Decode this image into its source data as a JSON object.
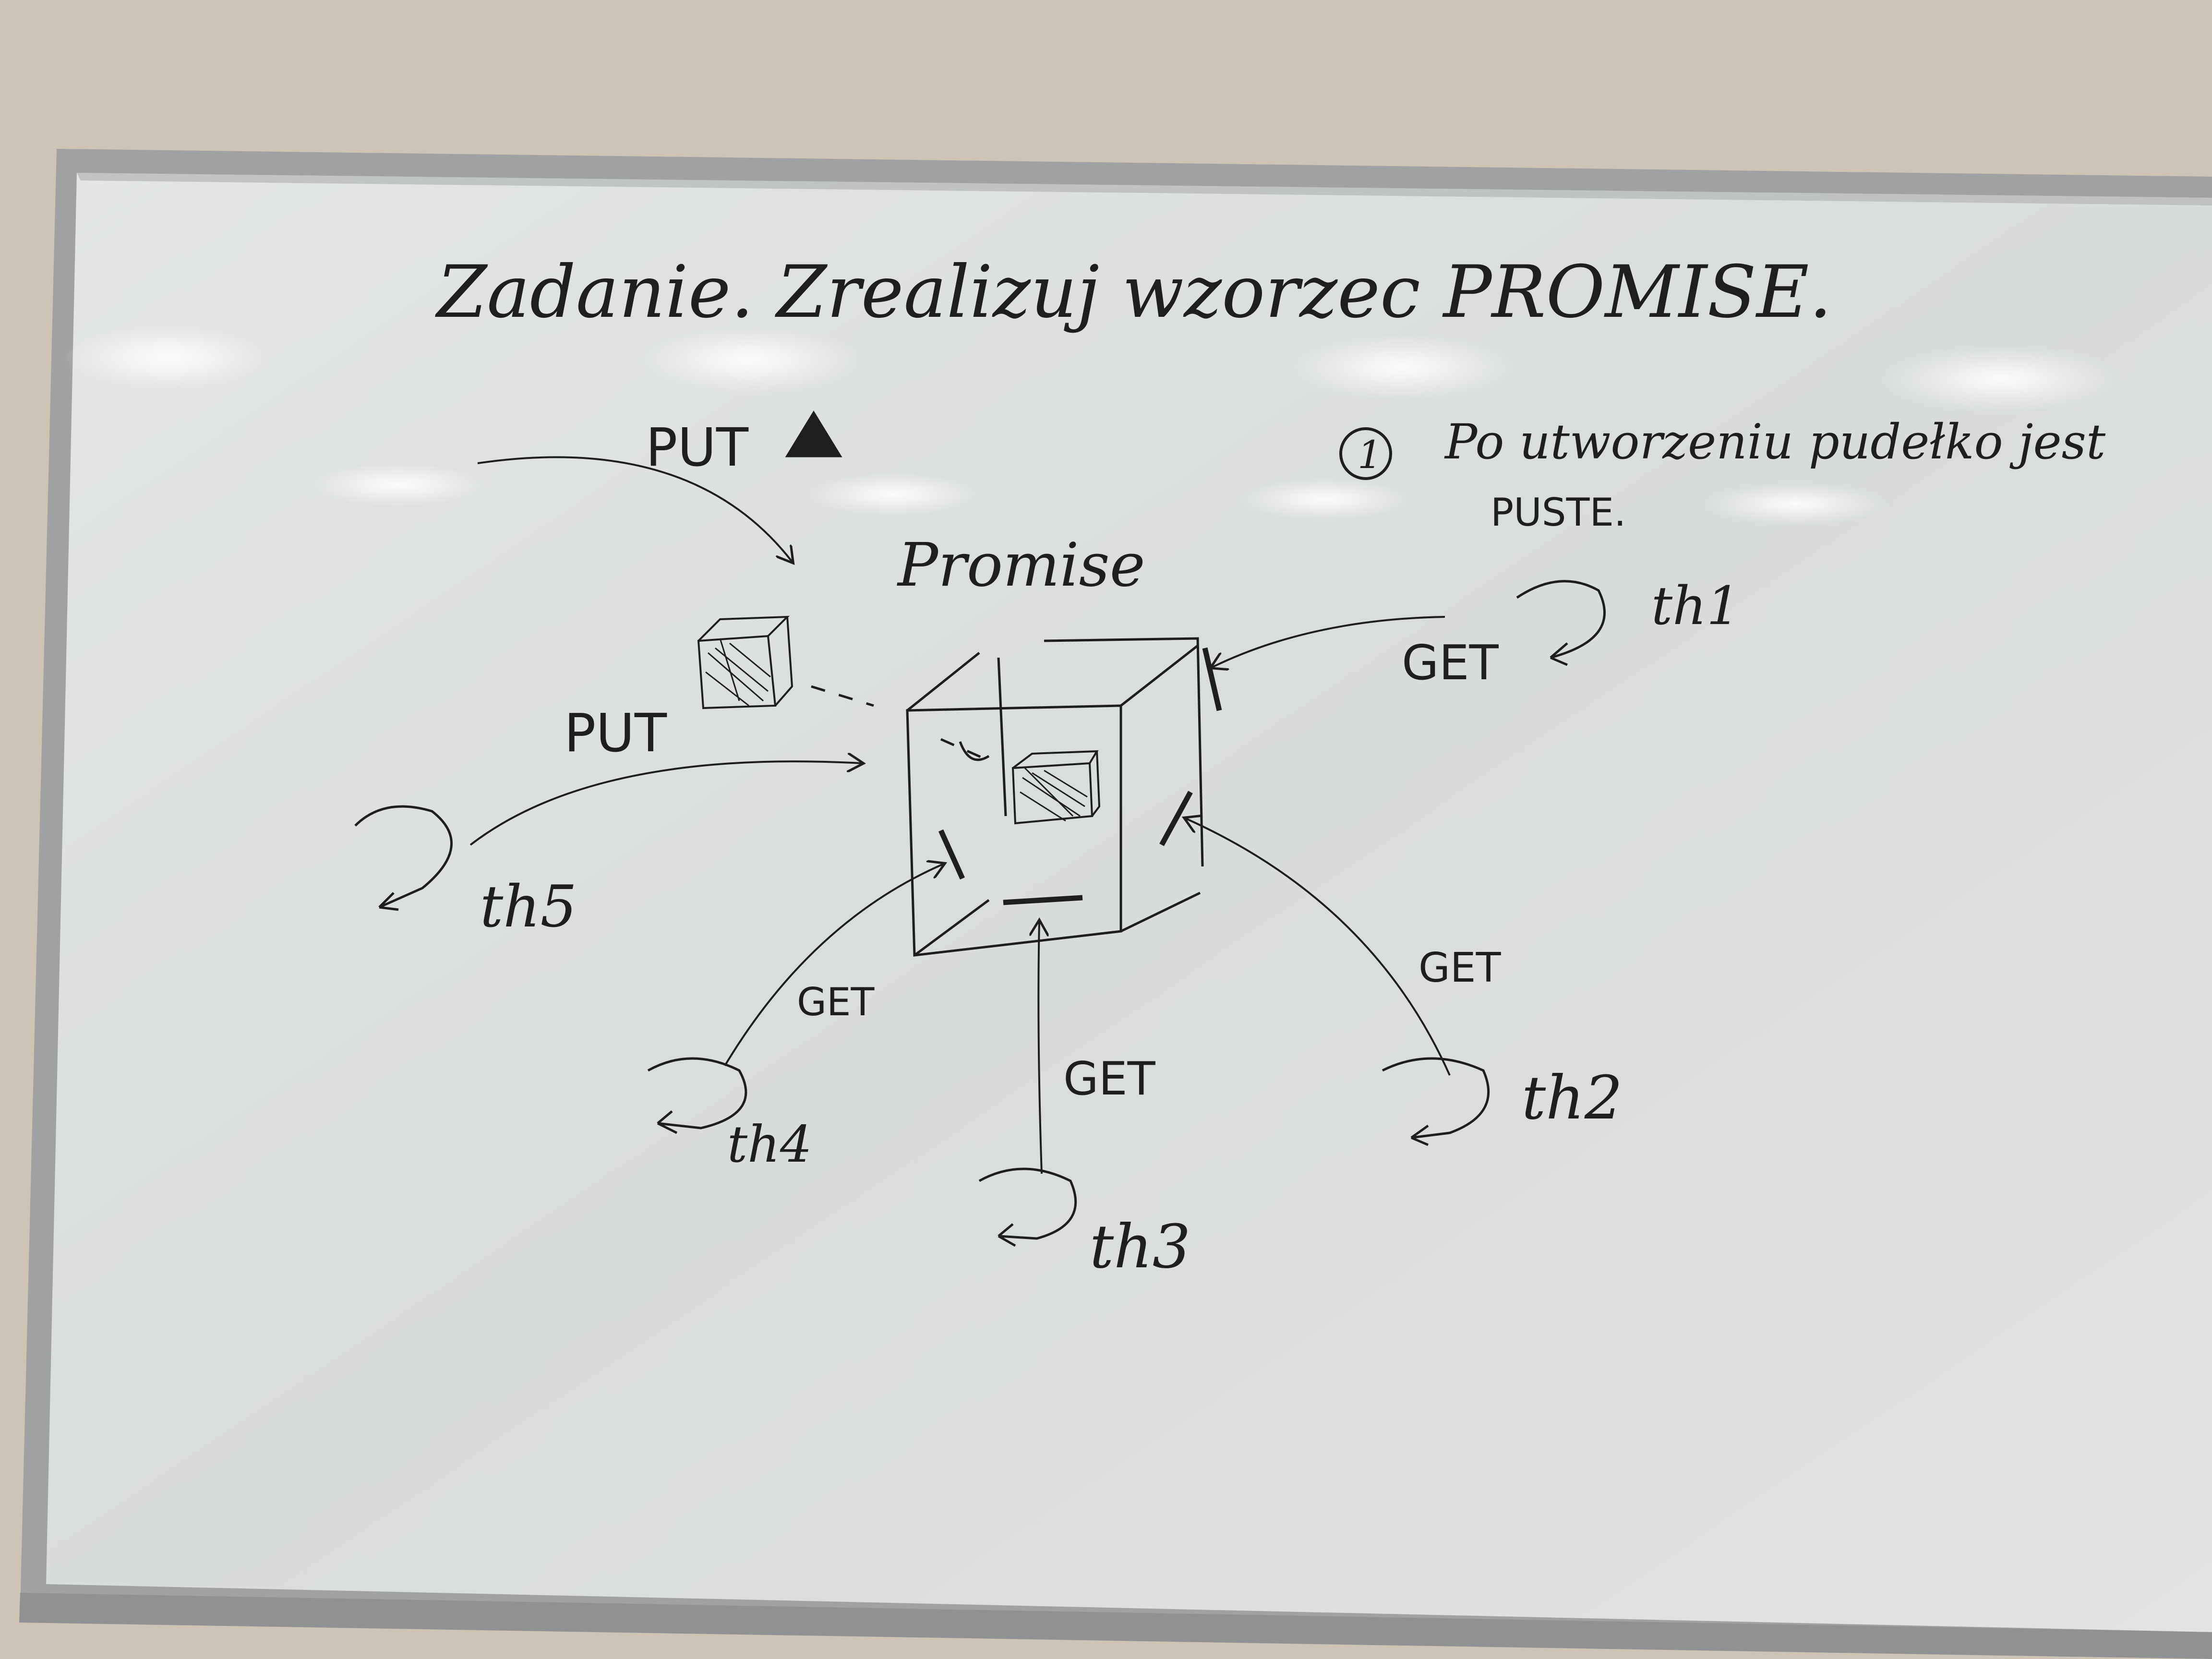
{
  "whiteboard": {
    "title": "Zadanie. Zrealizuj wzorzec PROMISE.",
    "note_number": "1",
    "note_line1": "Po utworzeniu pudełko jest",
    "note_line2": "PUSTE.",
    "promise_label": "Promise",
    "put_label_top": "PUT",
    "put_label_left": "PUT",
    "get_labels": [
      "GET",
      "GET",
      "GET",
      "GET"
    ],
    "thread_labels": {
      "th1": "th1",
      "th2": "th2",
      "th3": "th3",
      "th4": "th4",
      "th5": "th5"
    }
  },
  "colors": {
    "wall": "#cfc6b8",
    "board": "#dcdedc",
    "frame": "#9a9c9e",
    "ink": "#1e1e1e"
  }
}
